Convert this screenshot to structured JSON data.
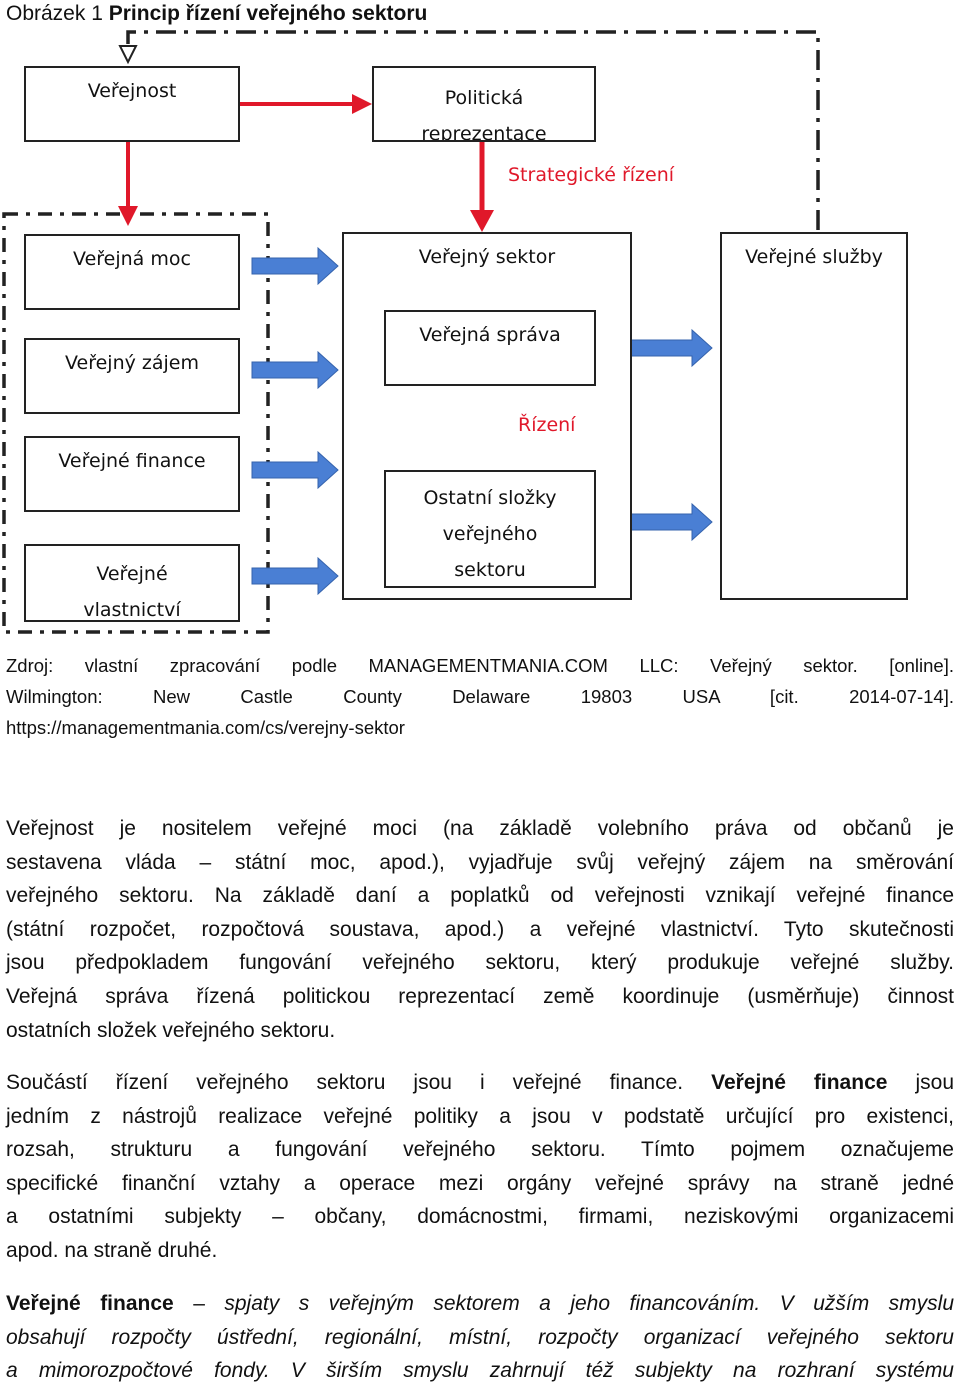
{
  "figure": {
    "caption_prefix": "Obrázek 1",
    "caption_title": "Princip řízení veřejného sektoru",
    "boxes": {
      "verejnost": "Veřejnost",
      "politicka_reprezentace_1": "Politická",
      "politicka_reprezentace_2": "reprezentace",
      "verejna_moc": "Veřejná moc",
      "verejny_zajem": "Veřejný zájem",
      "verejne_finance": "Veřejné finance",
      "verejne_vlastnictvi_1": "Veřejné",
      "verejne_vlastnictvi_2": "vlastnictví",
      "verejny_sektor": "Veřejný sektor",
      "verejna_sprava": "Veřejná správa",
      "ostatni_slozky_1": "Ostatní složky",
      "ostatni_slozky_2": "veřejného",
      "ostatni_slozky_3": "sektoru",
      "verejne_sluzby": "Veřejné služby"
    },
    "labels": {
      "strategicke_rizeni": "Strategické řízení",
      "rizeni": "Řízení"
    },
    "colors": {
      "red": "#e0182a",
      "blue": "#4a7fd4",
      "dark": "#222222"
    }
  },
  "source": {
    "line1": "Zdroj: vlastní zpracování podle MANAGEMENTMANIA.COM LLC: Veřejný sektor. [online].",
    "line2": "Wilmington: New Castle County Delaware 19803 USA [cit. 2014-07-14].",
    "line3": "https://managementmania.com/cs/verejny-sektor"
  },
  "paragraph1": [
    "Veřejnost je nositelem veřejné moci (na základě volebního práva od občanů je",
    "sestavena vláda – státní moc, apod.), vyjadřuje svůj veřejný zájem na směrování",
    "veřejného sektoru. Na základě daní a poplatků od veřejnosti vznikají veřejné finance",
    "(státní rozpočet, rozpočtová soustava, apod.) a veřejné vlastnictví. Tyto skutečnosti",
    "jsou předpokladem fungování veřejného sektoru, který produkuje veřejné služby.",
    "Veřejná správa řízená politickou reprezentací země koordinuje (usměrňuje) činnost",
    "ostatních složek veřejného sektoru."
  ],
  "paragraph2": {
    "l1_pre": "Součástí řízení veřejného sektoru jsou i veřejné finance.",
    "l1_bold": "Veřejné finance",
    "l1_post": "jsou",
    "l2": "jedním z nástrojů realizace veřejné politiky a jsou v podstatě určující pro existenci,",
    "l3": "rozsah, strukturu a fungování veřejného sektoru. Tímto pojmem označujeme",
    "l4": "specifické finanční vztahy a operace mezi orgány veřejné správy na straně jedné",
    "l5": "a ostatními subjekty – občany, domácnostmi, firmami, neziskovými organizacemi",
    "l6": "apod. na straně druhé."
  },
  "paragraph3": {
    "l1_bold": "Veřejné finance",
    "l1_dash": "–",
    "l1_italic": "spjaty s veřejným sektorem a jeho financováním. V užším smyslu",
    "l2": "obsahují rozpočty ústřední, regionální, místní, rozpočty organizací veřejného sektoru",
    "l3": "a mimorozpočtové fondy. V širším smyslu zahrnují též subjekty na rozhraní systému"
  }
}
